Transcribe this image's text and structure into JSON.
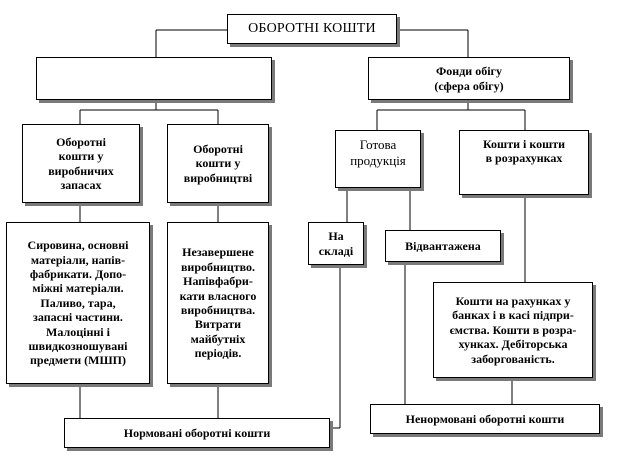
{
  "diagram": {
    "root": "ОБОРОТНІ КОШТИ",
    "left_group": "",
    "fund_circulation": "Фонди обігу\n(сфера обігу)",
    "working_capital_reserves": "Оборотні\nкошти у\nвиробничих\nзапасах",
    "working_capital_production": "Оборотні\nкошти у\nвиробництві",
    "finished_products": "Готова\nпродукція",
    "funds_in_settlements": "Кошти і кошти\nв розрахунках",
    "reserves_list": "Сировина, основні\nматеріали, напів-\nфабрикати. Допо-\nміжні матеріали.\nПаливо, тара,\nзапасні частини.\nМалоцінні і\nшвидкозношувані\nпредмети (МШП)",
    "production_list": "Незавершене\nвиробництво.\nНапівфабри-\nкати власного\nвиробництва.\nВитрати\nмайбутніх\nперіодів.",
    "in_warehouse": "На\nскладі",
    "shipped": "Відвантажена",
    "bank_accounts": "Кошти на рахунках у\nбанках і в касі підпри-\nємства. Кошти в розра-\nхунках. Дебіторська\nзаборгованість.",
    "normalized": "Нормовані оборотні кошти",
    "unnormalized": "Ненормовані оборотні кошти"
  }
}
